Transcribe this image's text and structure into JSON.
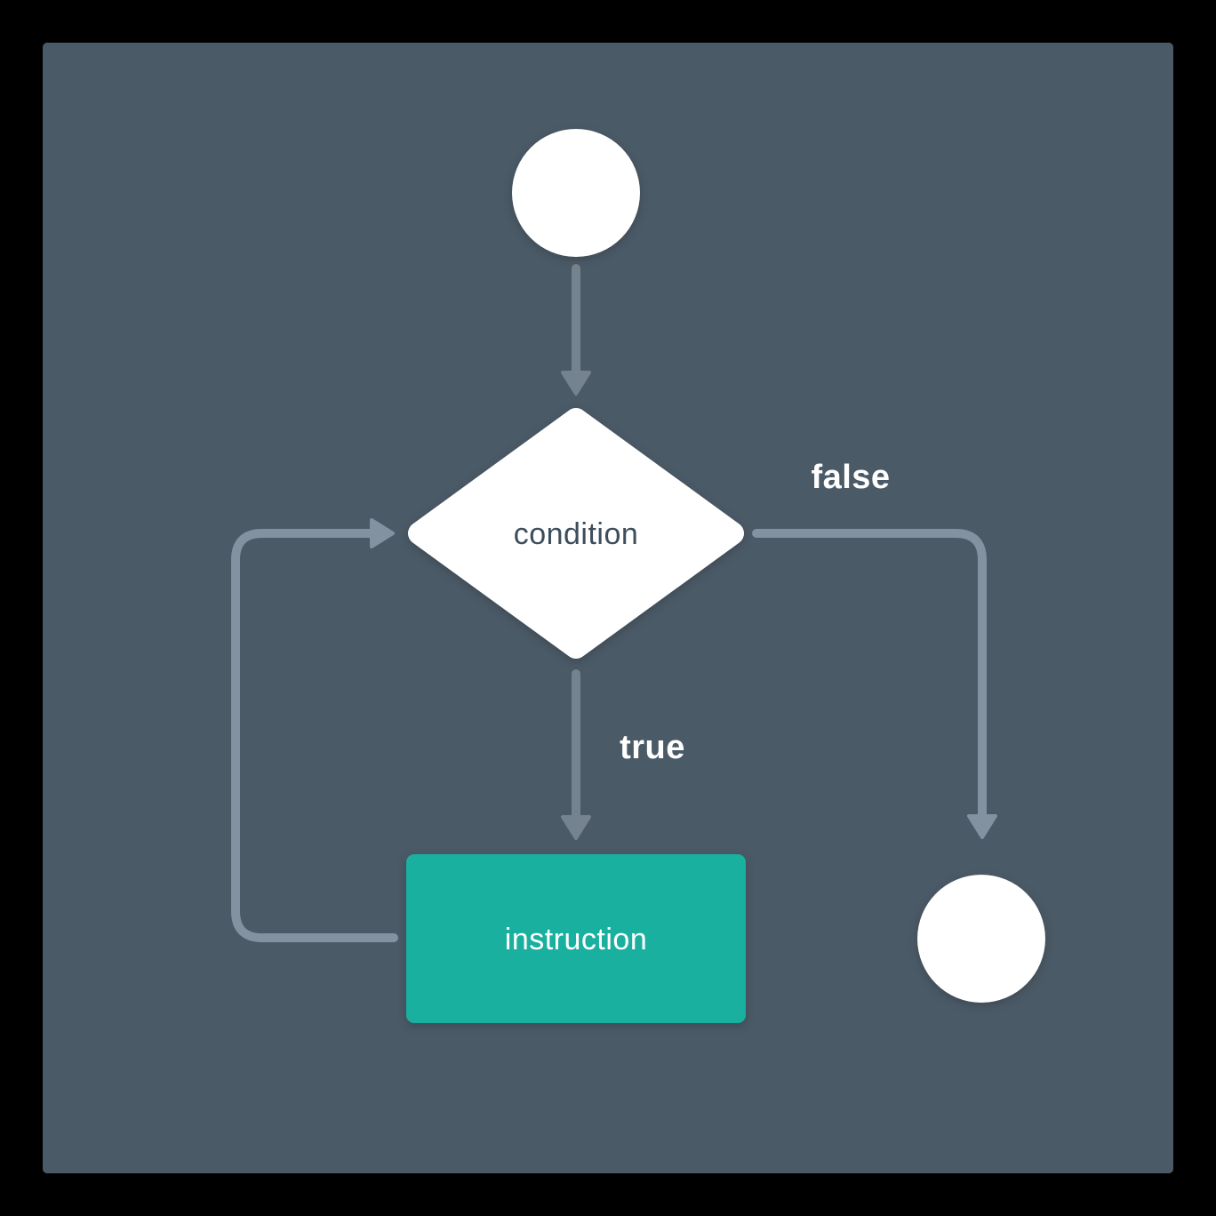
{
  "canvas": {
    "outer_background": "#000000",
    "panel_color": "#4b5a67"
  },
  "colors": {
    "node_fill": "#ffffff",
    "instruction_fill": "#19b0a0",
    "connector": "#75838f",
    "connector_light": "#8392a0",
    "condition_text": "#3e4d5b",
    "instruction_text": "#ffffff",
    "edge_label_text": "#ffffff"
  },
  "diagram": {
    "type": "flowchart-while-loop",
    "nodes": {
      "start": {
        "shape": "circle",
        "label": ""
      },
      "condition": {
        "shape": "diamond",
        "label": "condition"
      },
      "instruction": {
        "shape": "rounded-rect",
        "label": "instruction"
      },
      "end": {
        "shape": "circle",
        "label": ""
      }
    },
    "edges": {
      "start_to_condition": {
        "from": "start",
        "to": "condition",
        "label": ""
      },
      "condition_false": {
        "from": "condition",
        "to": "end",
        "label": "false"
      },
      "condition_true": {
        "from": "condition",
        "to": "instruction",
        "label": "true"
      },
      "loop_back": {
        "from": "instruction",
        "to": "condition",
        "label": ""
      }
    }
  }
}
